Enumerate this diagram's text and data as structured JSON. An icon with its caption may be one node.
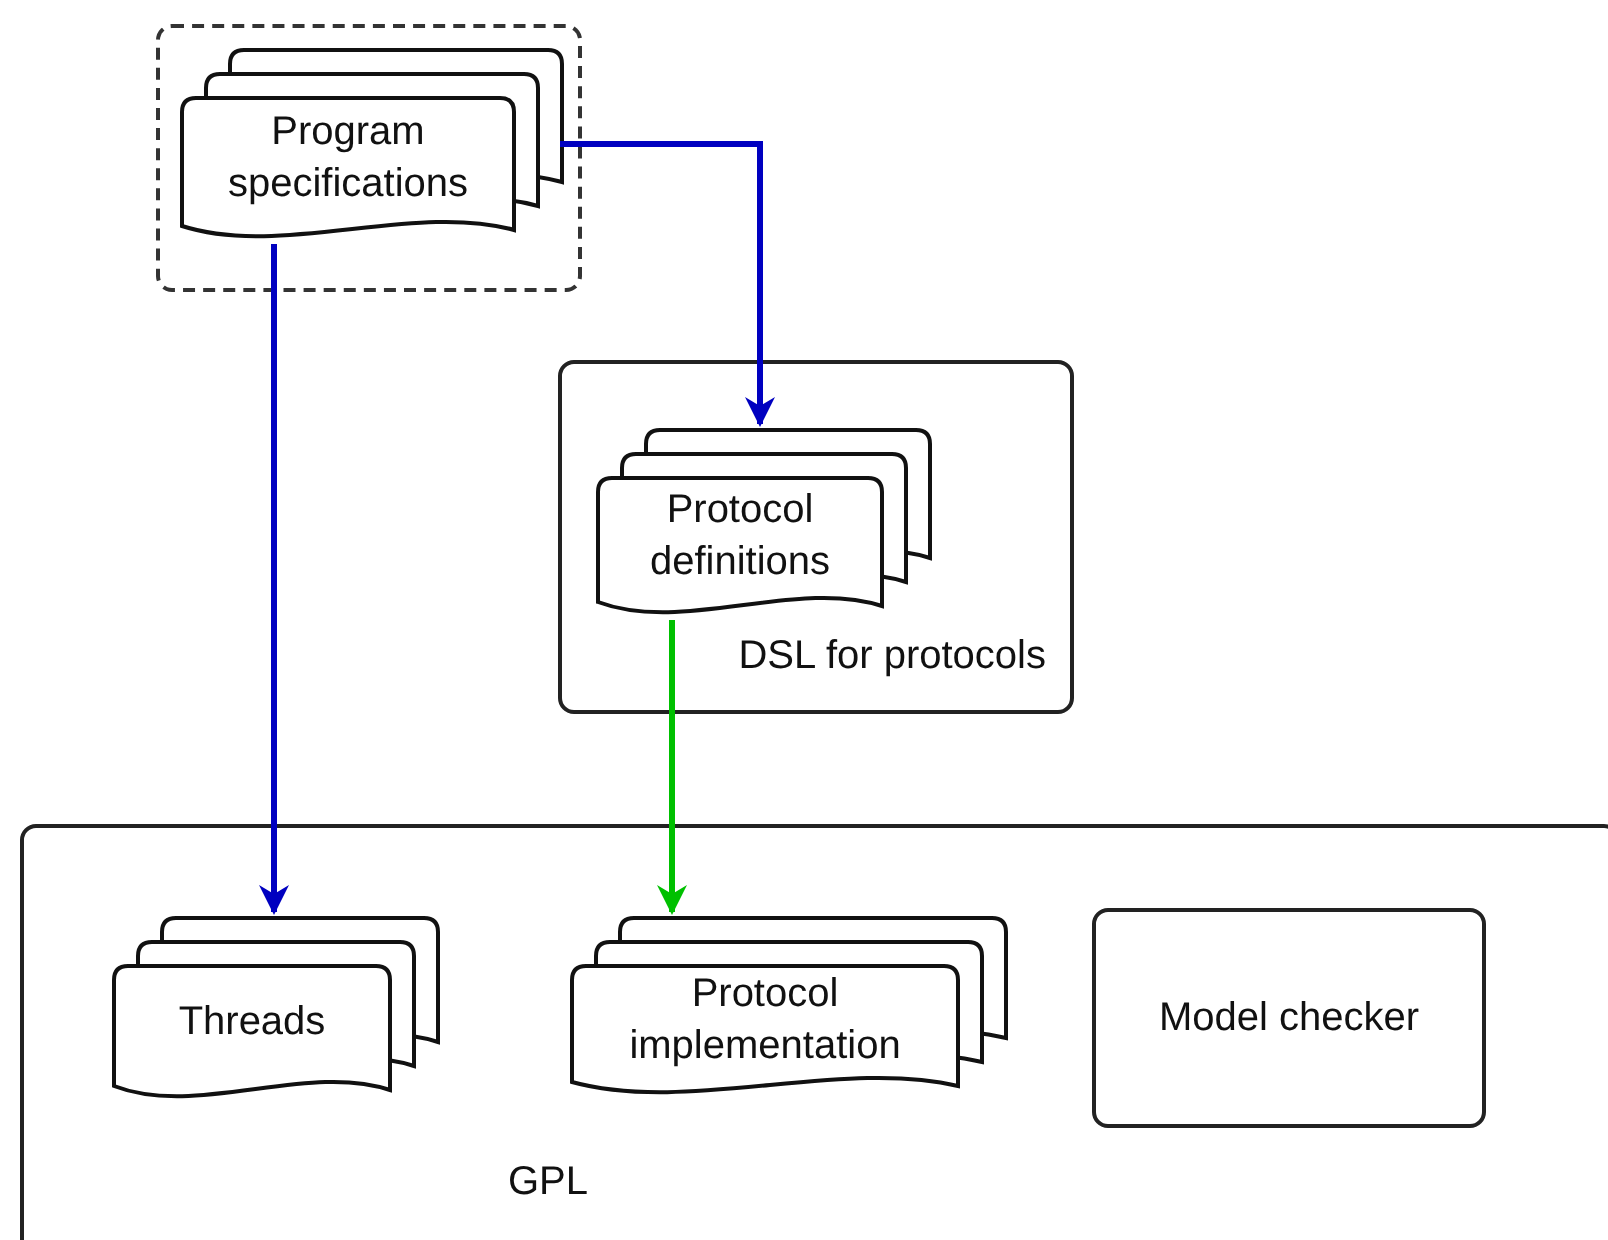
{
  "diagram": {
    "nodes": [
      {
        "text": [],
        "shape": "box"
      },
      {
        "text": [
          "Program specifications"
        ],
        "in": 0
      },
      {
        "text": [
          "DSL for protocols"
        ]
      },
      {
        "text": [
          "Protocol definitions"
        ],
        "in": 2
      },
      {
        "text": [
          "GPL"
        ]
      },
      {
        "text": [
          "Threads"
        ],
        "in": 4
      },
      {
        "text": [
          "Protocol implementation"
        ],
        "in": 4
      },
      {
        "text": [
          "Model checker"
        ],
        "in": 4
      }
    ],
    "edges": [
      {
        "from": 1,
        "to": 5,
        "arrow": "to"
      },
      {
        "from": 1,
        "to": 3,
        "arrow": "to"
      },
      {
        "from": 3,
        "to": 6,
        "arrow": "to",
        "color": "#00c000"
      }
    ]
  }
}
